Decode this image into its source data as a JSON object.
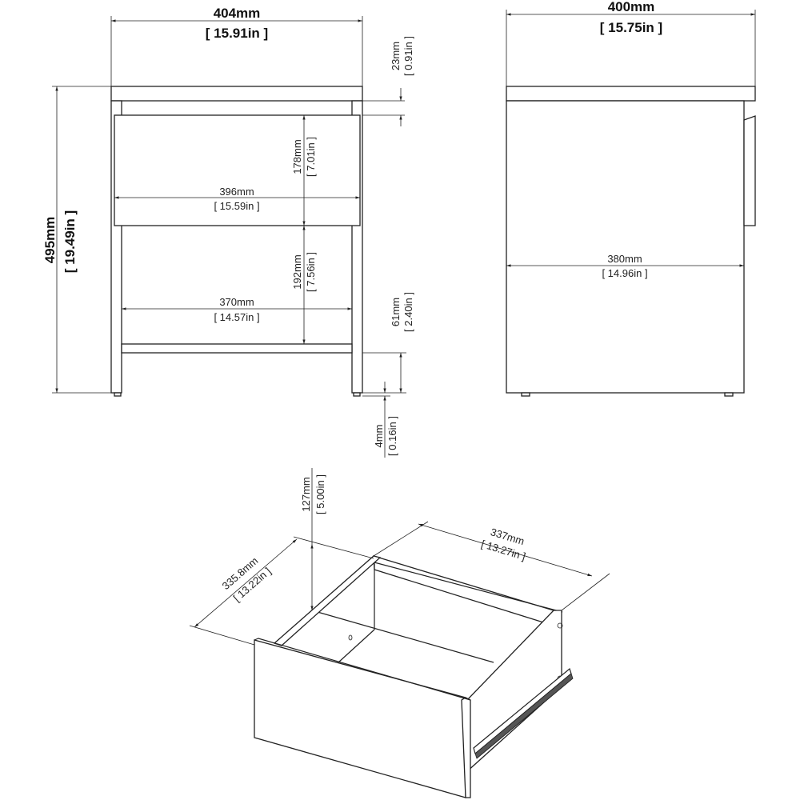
{
  "front_view": {
    "overall_width": {
      "mm": "404mm",
      "in": "15.91in"
    },
    "overall_height": {
      "mm": "495mm",
      "in": "19.49in"
    },
    "top_gap": {
      "mm": "23mm",
      "in": "0.91in"
    },
    "drawer_height": {
      "mm": "178mm",
      "in": "7.01in"
    },
    "drawer_width": {
      "mm": "396mm",
      "in": "15.59in"
    },
    "open_height": {
      "mm": "192mm",
      "in": "7.56in"
    },
    "inner_width": {
      "mm": "370mm",
      "in": "14.57in"
    },
    "shelf_clearance": {
      "mm": "61mm",
      "in": "2.40in"
    },
    "foot_height": {
      "mm": "4mm",
      "in": "0.16in"
    }
  },
  "side_view": {
    "overall_depth": {
      "mm": "400mm",
      "in": "15.75in"
    },
    "body_depth": {
      "mm": "380mm",
      "in": "14.96in"
    }
  },
  "drawer_view": {
    "inner_height": {
      "mm": "127mm",
      "in": "5.00in"
    },
    "depth": {
      "mm": "335.8mm",
      "in": "13.22in"
    },
    "width": {
      "mm": "337mm",
      "in": "13.27in"
    }
  },
  "colors": {
    "line": "#222222",
    "background": "#ffffff"
  }
}
